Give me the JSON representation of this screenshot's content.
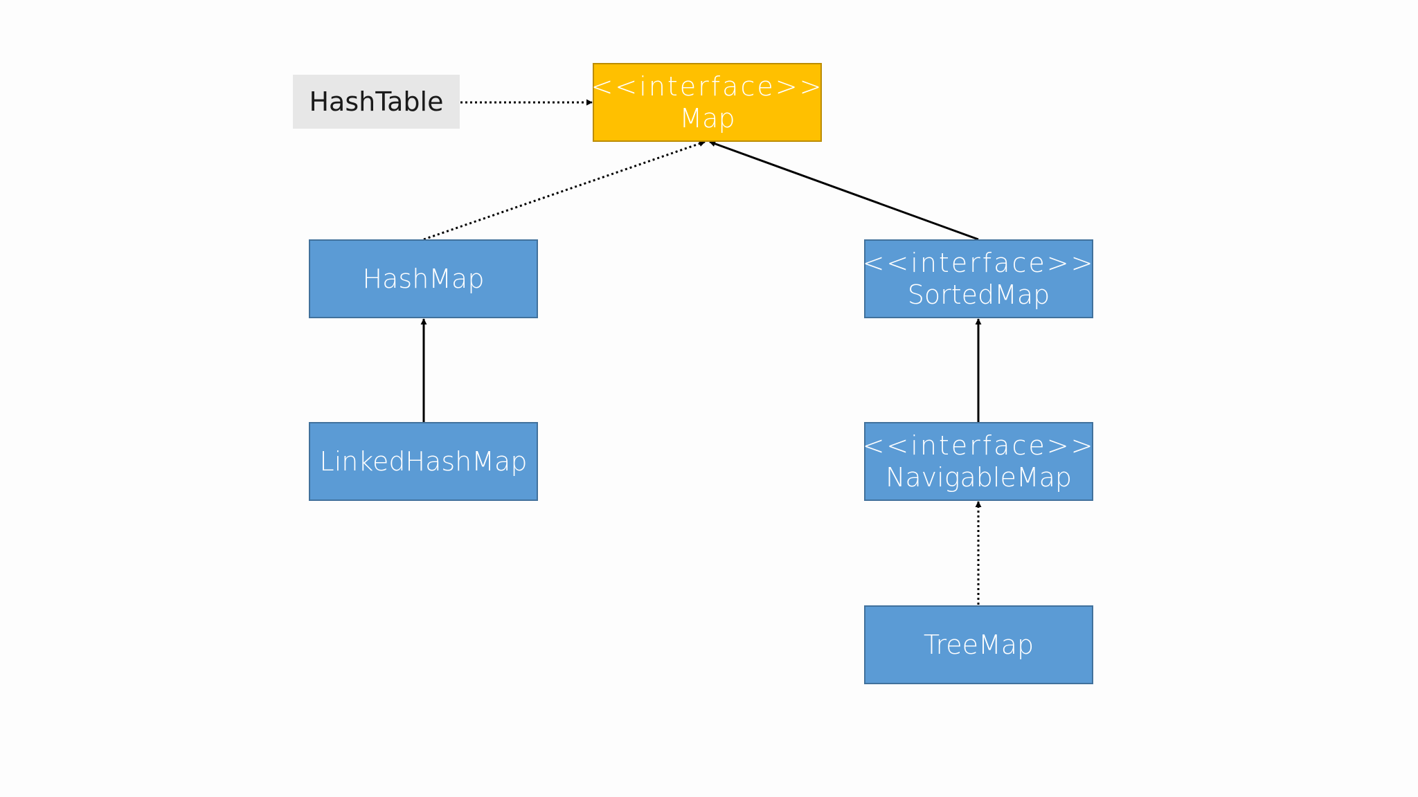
{
  "nodes": {
    "hashtable": {
      "name": "HashTable"
    },
    "map": {
      "stereotype": "<<interface>>",
      "name": "Map"
    },
    "hashmap": {
      "name": "HashMap"
    },
    "sortedmap": {
      "stereotype": "<<interface>>",
      "name": "SortedMap"
    },
    "linkedhashmap": {
      "name": "LinkedHashMap"
    },
    "navigablemap": {
      "stereotype": "<<interface>>",
      "name": "NavigableMap"
    },
    "treemap": {
      "name": "TreeMap"
    }
  },
  "colors": {
    "class_fill": "#5b9bd5",
    "class_border": "#41719c",
    "interface_root_fill": "#ffc000",
    "legacy_fill": "#e7e7e7",
    "connector": "#000000"
  },
  "relations": [
    {
      "from": "HashTable",
      "to": "Map",
      "style": "dotted"
    },
    {
      "from": "HashMap",
      "to": "Map",
      "style": "dotted"
    },
    {
      "from": "SortedMap",
      "to": "Map",
      "style": "solid"
    },
    {
      "from": "LinkedHashMap",
      "to": "HashMap",
      "style": "solid"
    },
    {
      "from": "NavigableMap",
      "to": "SortedMap",
      "style": "solid"
    },
    {
      "from": "TreeMap",
      "to": "NavigableMap",
      "style": "dotted"
    }
  ]
}
